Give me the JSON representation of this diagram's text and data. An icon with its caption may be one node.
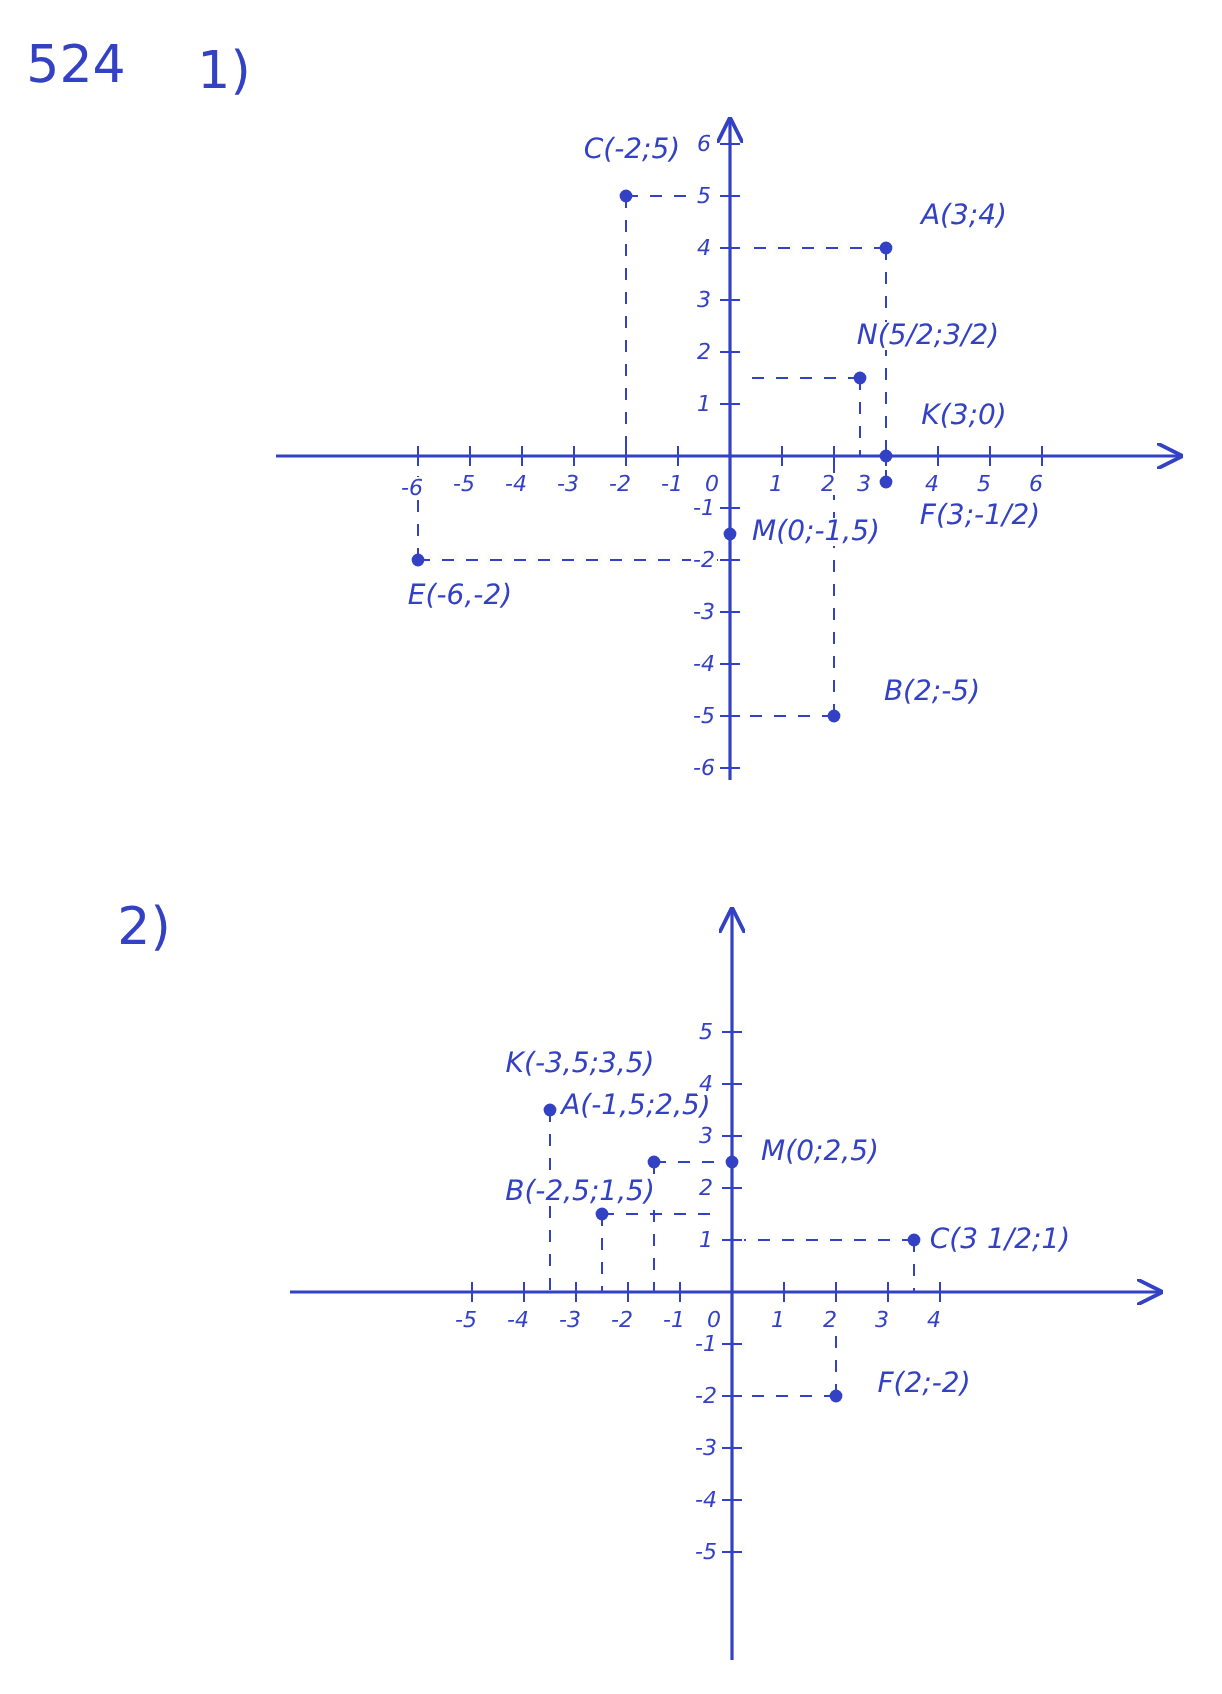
{
  "diagram": {
    "labels": [
      "524",
      "1)",
      "C(-2;5)",
      "A(3;4)",
      "N(5/2;3/2)",
      "K(3;0)",
      "M(0;-1,5)",
      "F(3;-1/2)",
      "E(-6,-2)",
      "B(2;-5)",
      "-6",
      "-5",
      "-4",
      "-3",
      "-2",
      "-1",
      "0",
      "1",
      "2",
      "3",
      "4",
      "5",
      "6",
      "6",
      "5",
      "4",
      "3",
      "2",
      "1",
      "-1",
      "-2",
      "-3",
      "-4",
      "-5",
      "-6",
      "2)",
      "K(-3,5;3,5)",
      "A(-1,5;2,5)",
      "M(0;2,5)",
      "B(-2,5;1,5)",
      "C(3 1/2;1)",
      "F(2;-2)",
      "-5",
      "-4",
      "-3",
      "-2",
      "-1",
      "0",
      "1",
      "2",
      "3",
      "4",
      "5",
      "4",
      "3",
      "2",
      "1",
      "-1",
      "-2",
      "-3",
      "-4",
      "-5"
    ]
  }
}
